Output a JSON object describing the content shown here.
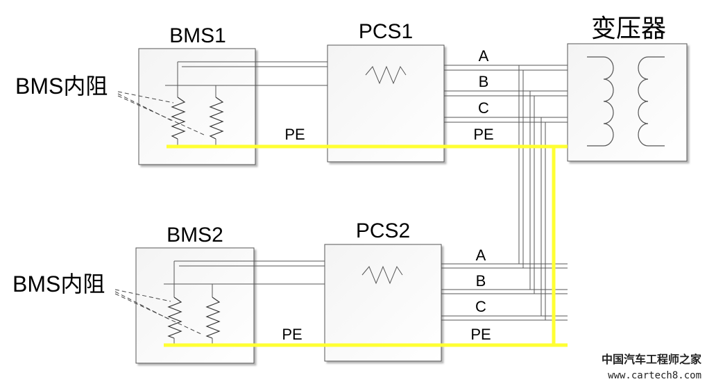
{
  "labels": {
    "bms1": "BMS1",
    "bms2": "BMS2",
    "pcs1": "PCS1",
    "pcs2": "PCS2",
    "transformer": "变压器",
    "bms_resistance_1": "BMS内阻",
    "bms_resistance_2": "BMS内阻",
    "pe_bms1": "PE",
    "pe_bms2": "PE"
  },
  "phases_pcs1": [
    "A",
    "B",
    "C",
    "PE"
  ],
  "phases_pcs2": [
    "A",
    "B",
    "C",
    "PE"
  ],
  "watermark": {
    "site_name": "中国汽车工程师之家",
    "url": "www.cartech8.com"
  },
  "colors": {
    "pe_line": "#ffff33",
    "wire": "#555555",
    "box_border": "#555555"
  }
}
